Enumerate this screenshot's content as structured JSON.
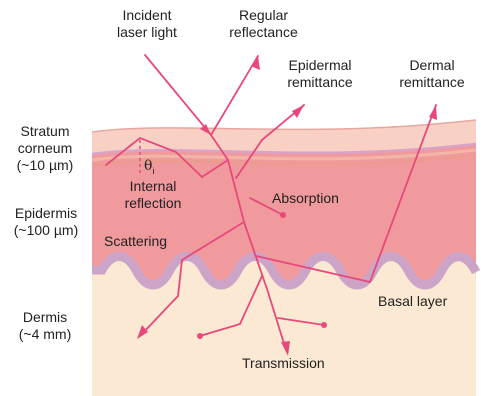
{
  "labels": {
    "incident": [
      "Incident",
      "laser light"
    ],
    "regular": [
      "Regular",
      "reflectance"
    ],
    "epidermal": [
      "Epidermal",
      "remittance"
    ],
    "dermal": [
      "Dermal",
      "remittance"
    ],
    "stratum": [
      "Stratum",
      "corneum",
      "(~10 µm)"
    ],
    "epidermis": [
      "Epidermis",
      "(~100 µm)"
    ],
    "dermis": [
      "Dermis",
      "(~4 mm)"
    ],
    "theta": "θ",
    "theta_sub": "i",
    "internal": [
      "Internal",
      "reflection"
    ],
    "absorption": "Absorption",
    "scattering": "Scattering",
    "basal": "Basal layer",
    "transmission": "Transmission"
  },
  "colors": {
    "ray": "#e8487a",
    "dermis": "#fbe9d3",
    "epidermis": "#f09a9e",
    "stratum": "#f8d0c4",
    "basal": "#cba4c8",
    "text": "#222222"
  }
}
